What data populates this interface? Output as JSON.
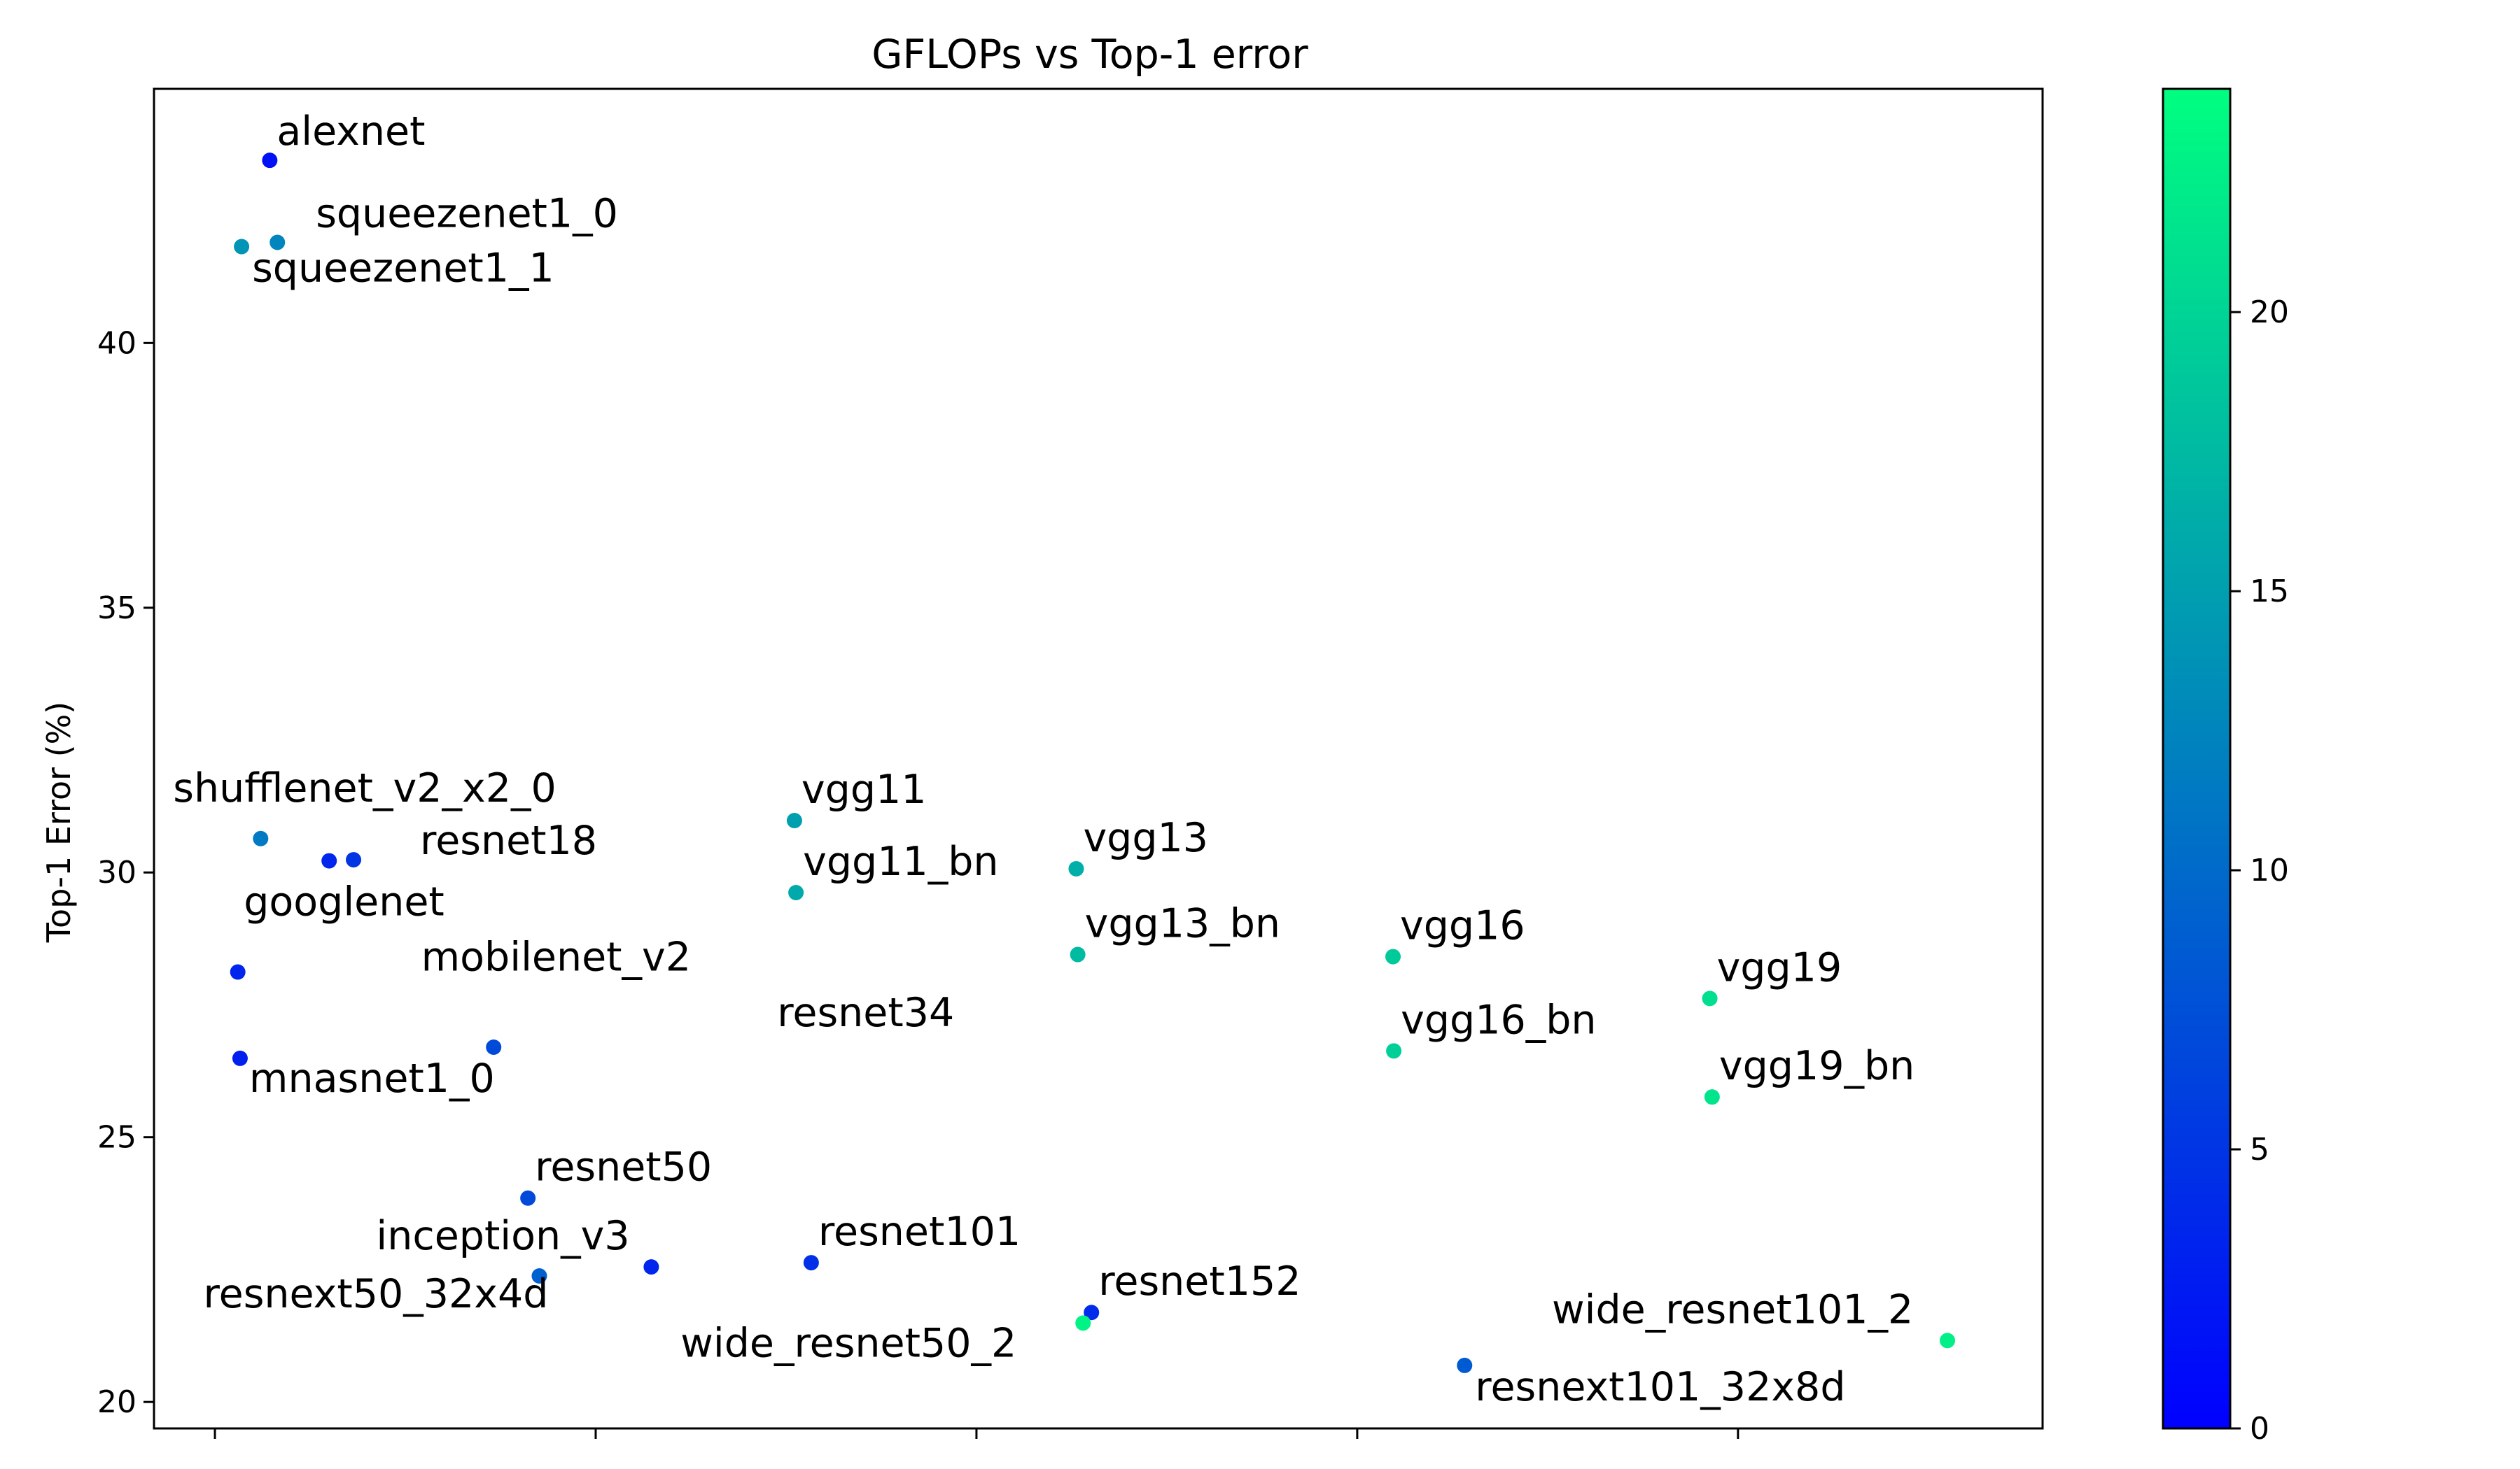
{
  "chart_data": {
    "type": "scatter",
    "title": "GFLOPs vs Top-1 error",
    "ylabel": "Top-1 Error (%)",
    "xlabel": "",
    "xlim": [
      -0.8,
      24.0
    ],
    "ylim": [
      19.5,
      44.8
    ],
    "yticks": [
      20,
      25,
      30,
      35,
      40
    ],
    "xticks": [
      0,
      5,
      10,
      15,
      20
    ],
    "colorbar": {
      "colormap": "winter",
      "range": [
        0,
        24
      ],
      "ticks": [
        0,
        5,
        10,
        15,
        20
      ],
      "color_low": "#0000ff",
      "color_high": "#00ff80"
    },
    "points": [
      {
        "name": "alexnet",
        "x": 0.72,
        "y": 43.45,
        "c": 1.5
      },
      {
        "name": "squeezenet1_0",
        "x": 0.82,
        "y": 41.9,
        "c": 12.5
      },
      {
        "name": "squeezenet1_1",
        "x": 0.35,
        "y": 41.82,
        "c": 14.0
      },
      {
        "name": "shufflenet_v2_x2_0",
        "x": 0.6,
        "y": 30.64,
        "c": 11.5
      },
      {
        "name": "resnet18",
        "x": 1.82,
        "y": 30.24,
        "c": 5.0
      },
      {
        "name": "googlenet",
        "x": 1.5,
        "y": 30.22,
        "c": 3.5
      },
      {
        "name": "mobilenet_v2",
        "x": 0.3,
        "y": 28.12,
        "c": 3.5
      },
      {
        "name": "mnasnet1_0",
        "x": 0.33,
        "y": 26.49,
        "c": 3.0
      },
      {
        "name": "resnet34",
        "x": 3.66,
        "y": 26.7,
        "c": 7.0
      },
      {
        "name": "resnet50",
        "x": 4.11,
        "y": 23.85,
        "c": 7.0
      },
      {
        "name": "inception_v3",
        "x": 5.73,
        "y": 22.55,
        "c": 3.5
      },
      {
        "name": "resnext50_32x4d",
        "x": 4.26,
        "y": 22.38,
        "c": 9.0
      },
      {
        "name": "resnet101",
        "x": 7.83,
        "y": 22.63,
        "c": 4.5
      },
      {
        "name": "vgg11",
        "x": 7.61,
        "y": 30.98,
        "c": 15.0
      },
      {
        "name": "vgg11_bn",
        "x": 7.63,
        "y": 29.62,
        "c": 16.0
      },
      {
        "name": "vgg13",
        "x": 11.31,
        "y": 30.07,
        "c": 16.5
      },
      {
        "name": "vgg13_bn",
        "x": 11.33,
        "y": 28.45,
        "c": 17.5
      },
      {
        "name": "resnet152",
        "x": 11.51,
        "y": 21.69,
        "c": 4.0
      },
      {
        "name": "wide_resnet50_2",
        "x": 11.4,
        "y": 21.49,
        "c": 23.0
      },
      {
        "name": "vgg16",
        "x": 15.47,
        "y": 28.41,
        "c": 19.0
      },
      {
        "name": "vgg16_bn",
        "x": 15.48,
        "y": 26.63,
        "c": 19.5
      },
      {
        "name": "resnext101_32x8d",
        "x": 16.41,
        "y": 20.69,
        "c": 8.5
      },
      {
        "name": "vgg19",
        "x": 19.63,
        "y": 27.62,
        "c": 21.0
      },
      {
        "name": "vgg19_bn",
        "x": 19.66,
        "y": 25.76,
        "c": 21.5
      },
      {
        "name": "wide_resnet101_2",
        "x": 22.75,
        "y": 21.16,
        "c": 22.5
      }
    ]
  }
}
